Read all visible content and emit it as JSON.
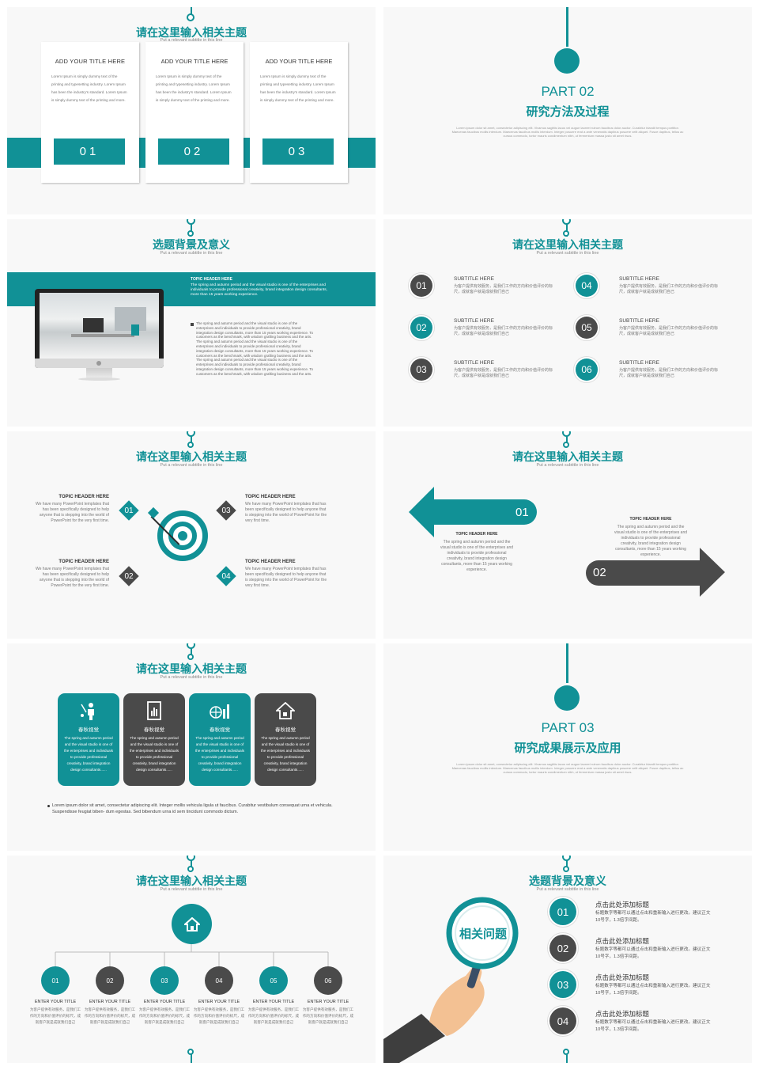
{
  "s1": {
    "title": "请在这里输入相关主题",
    "subtitle": "Put a relevant subtitle in this line",
    "cards": [
      {
        "title": "ADD YOUR TITLE HERE",
        "body": "Lorem Ipsum is simply dummy text of the printing and typesetting industry. Lorem Ipsum has been the industry's standard. Lorem Ipsum is simply dummy text of the printing and more.",
        "num": "01"
      },
      {
        "title": "ADD YOUR TITLE HERE",
        "body": "Lorem Ipsum is simply dummy text of the printing and typesetting industry. Lorem Ipsum has been the industry's standard. Lorem Ipsum is simply dummy text of the printing and more.",
        "num": "02"
      },
      {
        "title": "ADD YOUR TITLE HERE",
        "body": "Lorem Ipsum is simply dummy text of the printing and typesetting industry. Lorem Ipsum has been the industry's standard. Lorem Ipsum is simply dummy text of the printing and more.",
        "num": "03"
      }
    ]
  },
  "s2": {
    "part": "PART 02",
    "title": "研究方法及过程",
    "body": "Lorem ipsum dolor sit amet, consectetur adipiscing elit. Vivamus sagittis lacus vel augue laoreet rutrum faucibus dolor auctor. Curabitur blandit tempus porttitor. Maecenas faucibus mollis interdum. Maecenas faucibus mollis interdum. Integer posuere erat a ante venenatis dapibus posuere velit aliquet. Fusce dapibus, tellus ac cursus commodo, tortor mauris condimentum nibh, ut fermentum massa justo sit amet risus."
  },
  "s3": {
    "title": "选题背景及意义",
    "subtitle": "Put a relevant subtitle in this line",
    "band_head": "TOPIC HEADER HERE",
    "band_body": "The spring and autumn period and the visual studio is one of the enterprises and individuals to provide professional creativity, brand integration design consultants, more than 15 years working experience.",
    "body": "The spring and autumn period and the visual studio is one of the enterprises and individuals to provide professional creativity, brand integration design consultants, more than 15 years working experience. To customers as the benchmark, with wisdom grafting business and the arts. The spring and autumn period and the visual studio is one of the enterprises and individuals to provide professional creativity, brand integration design consultants, more than 15 years working experience. To customers as the benchmark, with wisdom grafting business and the arts. The spring and autumn period and the visual studio is one of the enterprises and individuals to provide professional creativity, brand integration design consultants, more than 15 years working experience. To customers as the benchmark, with wisdom grafting business and the arts."
  },
  "s4": {
    "title": "请在这里输入相关主题",
    "subtitle": "Put a relevant subtitle in this line",
    "items": [
      {
        "num": "01",
        "head": "SUBTITLE HERE",
        "body": "为客户提供有效服务，是我们工作的方向和价值评价的标尺，成就客户就是成就我们自己",
        "color": "#4a4a4a"
      },
      {
        "num": "02",
        "head": "SUBTITLE HERE",
        "body": "为客户提供有效服务，是我们工作的方向和价值评价的标尺，成就客户就是成就我们自己",
        "color": "#119196"
      },
      {
        "num": "03",
        "head": "SUBTITLE HERE",
        "body": "为客户提供有效服务，是我们工作的方向和价值评价的标尺，成就客户就是成就我们自己",
        "color": "#4a4a4a"
      },
      {
        "num": "04",
        "head": "SUBTITLE HERE",
        "body": "为客户提供有效服务，是我们工作的方向和价值评价的标尺，成就客户就是成就我们自己",
        "color": "#119196"
      },
      {
        "num": "05",
        "head": "SUBTITLE HERE",
        "body": "为客户提供有效服务，是我们工作的方向和价值评价的标尺，成就客户就是成就我们自己",
        "color": "#4a4a4a"
      },
      {
        "num": "06",
        "head": "SUBTITLE HERE",
        "body": "为客户提供有效服务，是我们工作的方向和价值评价的标尺，成就客户就是成就我们自己",
        "color": "#119196"
      }
    ]
  },
  "s5": {
    "title": "请在这里输入相关主题",
    "subtitle": "Put a relevant subtitle in this line",
    "items": [
      {
        "num": "01",
        "head": "TOPIC HEADER HERE",
        "body": "We have many PowerPoint templates that has been specifically designed to help anyone that is stepping into the world of PowerPoint for the very first time."
      },
      {
        "num": "02",
        "head": "TOPIC HEADER HERE",
        "body": "We have many PowerPoint templates that has been specifically designed to help anyone that is stepping into the world of PowerPoint for the very first time."
      },
      {
        "num": "03",
        "head": "TOPIC HEADER HERE",
        "body": "We have many PowerPoint templates that has been specifically designed to help anyone that is stepping into the world of PowerPoint for the very first time."
      },
      {
        "num": "04",
        "head": "TOPIC HEADER HERE",
        "body": "We have many PowerPoint templates that has been specifically designed to help anyone that is stepping into the world of PowerPoint for the very first time."
      }
    ]
  },
  "s6": {
    "title": "请在这里输入相关主题",
    "subtitle": "Put a relevant subtitle in this line",
    "a1": "01",
    "a2": "02",
    "head1": "TOPIC HEADER HERE",
    "body1": "The spring and autumn period and the visual studio is one of the enterprises and individuals to provide professional creativity, brand integration design consultants, more than 15 years working experience.",
    "head2": "TOPIC HEADER HERE",
    "body2": "The spring and autumn period and the visual studio is one of the enterprises and individuals to provide professional creativity, brand integration design consultants, more than 15 years working experience."
  },
  "s7": {
    "title": "请在这里输入相关主题",
    "subtitle": "Put a relevant subtitle in this line",
    "cards": [
      {
        "label": "春秋视觉",
        "body": "The spring and autumn period and the visual studio is one of the enterprises and individuals to provide professional creativity, brand integration design consultants......",
        "icon": "presenter-icon",
        "color": "#119196"
      },
      {
        "label": "春秋视觉",
        "body": "The spring and autumn period and the visual studio is one of the enterprises and individuals to provide professional creativity, brand integration design consultants......",
        "icon": "document-chart-icon",
        "color": "#4a4a4a"
      },
      {
        "label": "春秋视觉",
        "body": "The spring and autumn period and the visual studio is one of the enterprises and individuals to provide professional creativity, brand integration design consultants......",
        "icon": "globe-bars-icon",
        "color": "#119196"
      },
      {
        "label": "春秋视觉",
        "body": "The spring and autumn period and the visual studio is one of the enterprises and individuals to provide professional creativity, brand integration design consultants......",
        "icon": "house-icon",
        "color": "#4a4a4a"
      }
    ],
    "footer": "Lorem ipsum dolor sit amet, consectetur adipiscing elit. Integer mollis vehicula ligula ut faucibus. Curabitur vestibulum consequat urna et vehicula. Suspendisse feugiat biben- dum egestas. Sed bibendum urna id sem tincidunt commodo dictum."
  },
  "s8": {
    "part": "PART 03",
    "title": "研究成果展示及应用",
    "body": "Lorem ipsum dolor sit amet, consectetur adipiscing elit. Vivamus sagittis lacus vel augue laoreet rutrum faucibus dolor auctor. Curabitur blandit tempus porttitor. Maecenas faucibus mollis interdum. Maecenas faucibus mollis interdum. Integer posuere erat a ante venenatis dapibus posuere velit aliquet. Fusce dapibus, tellus ac cursus commodo, tortor mauris condimentum nibh, ut fermentum massa justo sit amet risus."
  },
  "s9": {
    "title": "请在这里输入相关主题",
    "subtitle": "Put a relevant subtitle in this line",
    "items": [
      {
        "num": "01",
        "head": "ENTER YOUR TITLE",
        "body": "为客户提供有效服务，是我们工作的方向和价值评价的标尺，成就客户就是成就我们自己",
        "color": "#119196"
      },
      {
        "num": "02",
        "head": "ENTER YOUR TITLE",
        "body": "为客户提供有效服务，是我们工作的方向和价值评价的标尺，成就客户就是成就我们自己",
        "color": "#4a4a4a"
      },
      {
        "num": "03",
        "head": "ENTER YOUR TITLE",
        "body": "为客户提供有效服务，是我们工作的方向和价值评价的标尺，成就客户就是成就我们自己",
        "color": "#119196"
      },
      {
        "num": "04",
        "head": "ENTER YOUR TITLE",
        "body": "为客户提供有效服务，是我们工作的方向和价值评价的标尺，成就客户就是成就我们自己",
        "color": "#4a4a4a"
      },
      {
        "num": "05",
        "head": "ENTER YOUR TITLE",
        "body": "为客户提供有效服务，是我们工作的方向和价值评价的标尺，成就客户就是成就我们自己",
        "color": "#119196"
      },
      {
        "num": "06",
        "head": "ENTER YOUR TITLE",
        "body": "为客户提供有效服务，是我们工作的方向和价值评价的标尺，成就客户就是成就我们自己",
        "color": "#4a4a4a"
      }
    ]
  },
  "s10": {
    "title": "选题背景及意义",
    "subtitle": "Put a relevant subtitle in this line",
    "magnifier_text": "相关问题",
    "items": [
      {
        "num": "01",
        "head": "点击此处添加标题",
        "body": "标题数字等都可以通过点击和重新输入进行更改。建议正文10号字，1.3倍字间距。",
        "color": "#119196"
      },
      {
        "num": "02",
        "head": "点击此处添加标题",
        "body": "标题数字等都可以通过点击和重新输入进行更改。建议正文10号字，1.3倍字间距。",
        "color": "#4a4a4a"
      },
      {
        "num": "03",
        "head": "点击此处添加标题",
        "body": "标题数字等都可以通过点击和重新输入进行更改。建议正文10号字，1.3倍字间距。",
        "color": "#119196"
      },
      {
        "num": "04",
        "head": "点击此处添加标题",
        "body": "标题数字等都可以通过点击和重新输入进行更改。建议正文10号字，1.3倍字间距。",
        "color": "#4a4a4a"
      }
    ]
  }
}
